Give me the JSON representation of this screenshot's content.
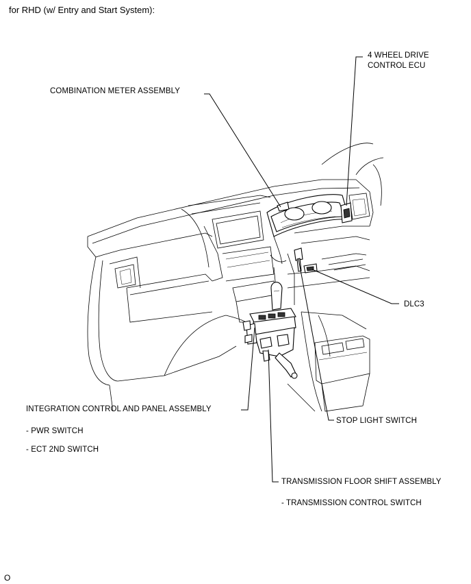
{
  "heading": "for RHD (w/ Entry and Start System):",
  "labels": {
    "four_wd_ecu_line1": "4 WHEEL DRIVE",
    "four_wd_ecu_line2": "CONTROL ECU",
    "combination_meter": "COMBINATION METER ASSEMBLY",
    "dlc3": "DLC3",
    "integration_control": "INTEGRATION CONTROL AND PANEL ASSEMBLY",
    "pwr_switch": "- PWR SWITCH",
    "ect_2nd_switch": "- ECT 2ND SWITCH",
    "stop_light_switch": "STOP LIGHT SWITCH",
    "transmission_floor_shift": "TRANSMISSION FLOOR SHIFT ASSEMBLY",
    "transmission_control_switch": "- TRANSMISSION CONTROL SWITCH"
  },
  "figure_code": "O"
}
